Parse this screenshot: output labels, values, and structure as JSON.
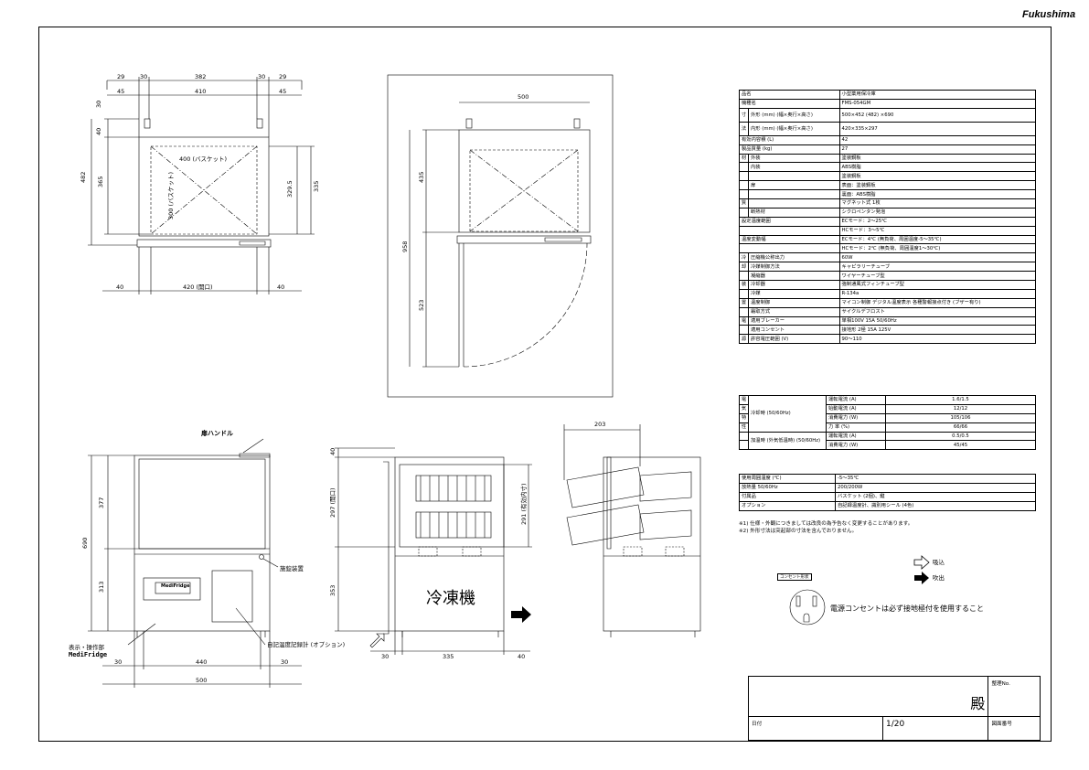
{
  "brand": "Fukushima",
  "spec_table": {
    "rows": [
      {
        "cells": [
          "品名",
          "小型薬用保冷庫"
        ]
      },
      {
        "cells": [
          "機種名",
          "FMS-054GM"
        ]
      },
      {
        "cells": [
          "寸",
          "外形 (mm) (幅×奥行×高さ)",
          "500×452 (482) ×690"
        ]
      },
      {
        "cells": [
          "法",
          "内形 (mm) (幅×奥行×高さ)",
          "420×335×297"
        ]
      },
      {
        "cells": [
          "有効内容積 (L)",
          "42"
        ]
      },
      {
        "cells": [
          "製品質量 (kg)",
          "27"
        ]
      },
      {
        "cells": [
          "材",
          "外装",
          "塗装鋼板"
        ]
      },
      {
        "cells": [
          "",
          "内装",
          "ABS樹脂"
        ]
      },
      {
        "cells": [
          "",
          "",
          "塗装鋼板"
        ]
      },
      {
        "cells": [
          "",
          "扉",
          "表面：塗装鋼板"
        ]
      },
      {
        "cells": [
          "",
          "",
          "裏面：ABS樹脂"
        ]
      },
      {
        "cells": [
          "質",
          "",
          "マグネット式 1枚"
        ]
      },
      {
        "cells": [
          "",
          "断熱材",
          "シクロペンタン発泡"
        ]
      },
      {
        "cells": [
          "設定温度範囲",
          "ECモード：2～25℃"
        ]
      },
      {
        "cells": [
          "",
          "HCモード：3～5℃"
        ]
      },
      {
        "cells": [
          "温度変動幅",
          "ECモード：4℃ (無負荷、周囲温度-5～35℃)"
        ]
      },
      {
        "cells": [
          "",
          "HCモード：2℃ (無負荷、周囲温度1～30℃)"
        ]
      },
      {
        "cells": [
          "冷",
          "圧縮機公称出力",
          "60W"
        ]
      },
      {
        "cells": [
          "却",
          "冷媒制御方法",
          "キャピラリーチューブ"
        ]
      },
      {
        "cells": [
          "",
          "凝縮器",
          "ワイヤーチューブ型"
        ]
      },
      {
        "cells": [
          "装",
          "冷却器",
          "強制通風式フィンチューブ型"
        ]
      },
      {
        "cells": [
          "",
          "冷媒",
          "R-134a"
        ]
      },
      {
        "cells": [
          "置",
          "温度制御",
          "マイコン制御 デジタル温度表示 各種警報接点付き (ブザー有り)"
        ]
      },
      {
        "cells": [
          "",
          "霜取方式",
          "サイクルデフロスト"
        ]
      },
      {
        "cells": [
          "電",
          "適用ブレーカー",
          "単相100V 15A 50/60Hz"
        ]
      },
      {
        "cells": [
          "",
          "適用コンセント",
          "接地形 2極 15A 125V"
        ]
      },
      {
        "cells": [
          "源",
          "許容電圧範囲 (V)",
          "90～110"
        ]
      }
    ],
    "electric": {
      "group": [
        "電",
        "気",
        "特",
        "性"
      ],
      "cooling_label": "冷却時 (50/60Hz)",
      "heating_label": "加温時 (外気低温時) (50/60Hz)",
      "rows": [
        {
          "name": "運転電流 (A)",
          "value": "1.6/1.5"
        },
        {
          "name": "始動電流 (A)",
          "value": "12/12"
        },
        {
          "name": "消費電力 (W)",
          "value": "105/106"
        },
        {
          "name": "力 率 (%)",
          "value": "66/66"
        },
        {
          "name": "運転電流 (A)",
          "value": "0.5/0.5"
        },
        {
          "name": "消費電力 (W)",
          "value": "45/45"
        }
      ]
    },
    "tail": [
      {
        "cells": [
          "使用周囲温度 (℃)",
          "-5～35℃"
        ]
      },
      {
        "cells": [
          "放熱量 50/60Hz",
          "200/200W"
        ]
      },
      {
        "cells": [
          "付属品",
          "バスケット (2個)、鍵"
        ]
      },
      {
        "cells": [
          "オプション",
          "自記録温度計、識別用シール (4色)"
        ]
      }
    ]
  },
  "notes": [
    "※1) 仕様・外観につきましては改良の為予告なく変更することがあります。",
    "※2) 外形寸法は突起部の寸法を含んでおりません。"
  ],
  "legend": {
    "intake": "吸込",
    "exhaust": "吹出",
    "outlet_tag": "コンセント形状",
    "outlet_note": "電源コンセントは必ず接地極付を使用すること"
  },
  "title_block": {
    "dono": "殿",
    "seiri_label": "整理No.",
    "date_label": "日付",
    "scale": "1/20",
    "drawing_no_label": "図面番号"
  },
  "drawings": {
    "top": {
      "dims_top": [
        "29",
        "30",
        "382",
        "30",
        "29"
      ],
      "dims_second": [
        "45",
        "410",
        "45"
      ],
      "left_dims": [
        "30",
        "40",
        "482",
        "365"
      ],
      "right_dims": [
        "329.5",
        "335"
      ],
      "basket_w": "400 (バスケット)",
      "basket_d": "300 (バスケット)",
      "bottom_dims": [
        "40",
        "420 (開口)",
        "40"
      ]
    },
    "door_swing": {
      "width": "500",
      "total": "958",
      "upper": "435",
      "lower": "523"
    },
    "front": {
      "handle": "扉ハンドル",
      "dims_left": [
        "690",
        "377",
        "313"
      ],
      "lock": "施錠装置",
      "display_badge": "MediFridge",
      "display_label": "表示・操作部",
      "brand_label": "MediFridge",
      "recorder_label": "自記温度記録計 (オプション)",
      "bottom_dims": [
        "30",
        "440",
        "30",
        "500"
      ]
    },
    "side": {
      "dims_left": [
        "40",
        "297 (開口)",
        "353"
      ],
      "dim_inner": "291 (有効内寸)",
      "label": "冷凍機",
      "bottom_dims": [
        "30",
        "335",
        "40"
      ]
    },
    "open": {
      "dim": "203"
    }
  }
}
